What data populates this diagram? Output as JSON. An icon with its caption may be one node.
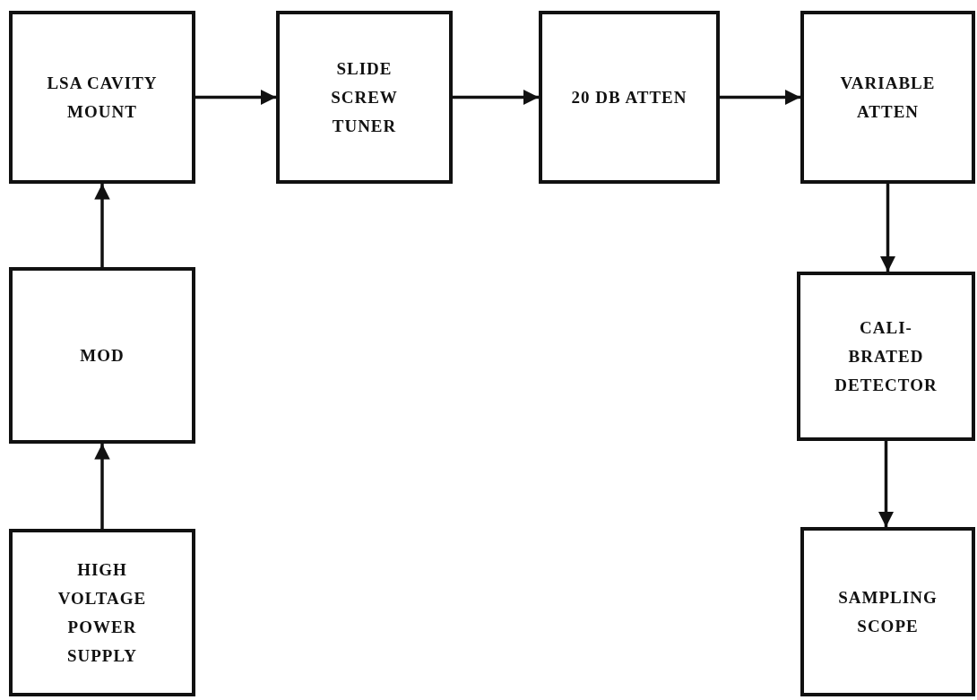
{
  "diagram": {
    "nodes": [
      {
        "text": [
          "LSA CAVITY MOUNT"
        ]
      },
      {
        "text": [
          "SLIDE SCREW TUNER"
        ]
      },
      {
        "text": [
          "20 DB ATTEN"
        ]
      },
      {
        "text": [
          "VARIABLE ATTEN"
        ]
      },
      {
        "text": [
          "MOD"
        ]
      },
      {
        "text": [
          "CALI- BRATED DETECTOR"
        ]
      },
      {
        "text": [
          "HIGH VOLTAGE POWER SUPPLY"
        ]
      },
      {
        "text": [
          "SAMPLING SCOPE"
        ]
      }
    ],
    "edges": [
      {
        "from": 0,
        "to": 1,
        "arrow": "to"
      },
      {
        "from": 1,
        "to": 2,
        "arrow": "to"
      },
      {
        "from": 2,
        "to": 3,
        "arrow": "to"
      },
      {
        "from": 4,
        "to": 0,
        "arrow": "to"
      },
      {
        "from": 6,
        "to": 4,
        "arrow": "to"
      },
      {
        "from": 3,
        "to": 5,
        "arrow": "to"
      },
      {
        "from": 5,
        "to": 7,
        "arrow": "to"
      }
    ]
  }
}
